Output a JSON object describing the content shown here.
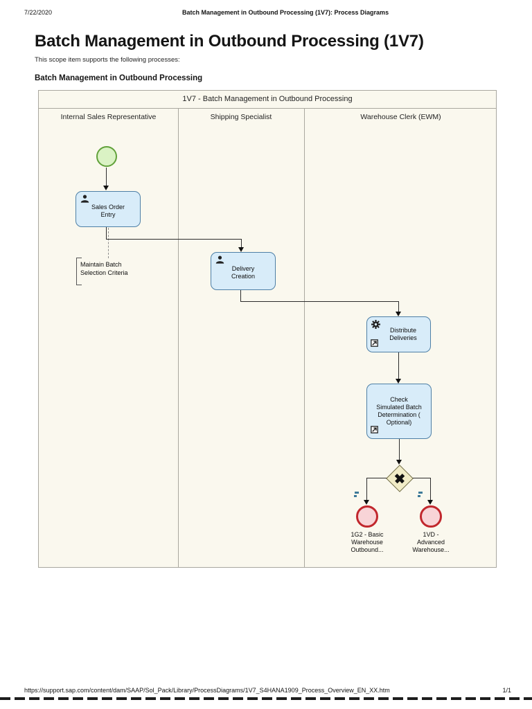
{
  "header": {
    "date": "7/22/2020",
    "doc_title": "Batch Management in Outbound Processing (1V7): Process Diagrams"
  },
  "title": "Batch Management in Outbound Processing (1V7)",
  "intro": "This scope item supports the following processes:",
  "section_heading": "Batch Management in Outbound Processing",
  "diagram": {
    "pool_title": "1V7 - Batch Management in Outbound Processing",
    "lanes": [
      "Internal Sales Representative",
      "Shipping Specialist",
      "Warehouse Clerk (EWM)"
    ],
    "tasks": {
      "sales_order_entry": "Sales Order\nEntry",
      "delivery_creation": "Delivery\nCreation",
      "distribute_deliveries": "Distribute\nDeliveries",
      "check_simulated_batch": "Check\nSimulated Batch\nDetermination (\nOptional)"
    },
    "annotation": "Maintain Batch\nSelection Criteria",
    "end_events": {
      "basic": "1G2 - Basic\nWarehouse\nOutbound...",
      "advanced": "1VD -\nAdvanced\nWarehouse..."
    },
    "icons": {
      "task_person": "person-icon",
      "task_gear": "gear-icon",
      "task_link": "link-marker-icon",
      "gateway": "exclusive-gateway-x-icon"
    },
    "colors": {
      "task_fill": "#d8ecf9",
      "task_border": "#4d7fa6",
      "start_fill": "#daf2c4",
      "start_border": "#61a13a",
      "end_fill": "#f8d4d7",
      "end_border": "#c1272d",
      "gw_fill": "#f1ecc7",
      "gw_border": "#6f6b45",
      "pool_bg": "#faf8ee",
      "lane_border": "#a9a79f",
      "marker_blue": "#3d7a99"
    }
  },
  "footer": {
    "url": "https://support.sap.com/content/dam/SAAP/Sol_Pack/Library/ProcessDiagrams/1V7_S4HANA1909_Process_Overview_EN_XX.htm",
    "page": "1/1"
  }
}
